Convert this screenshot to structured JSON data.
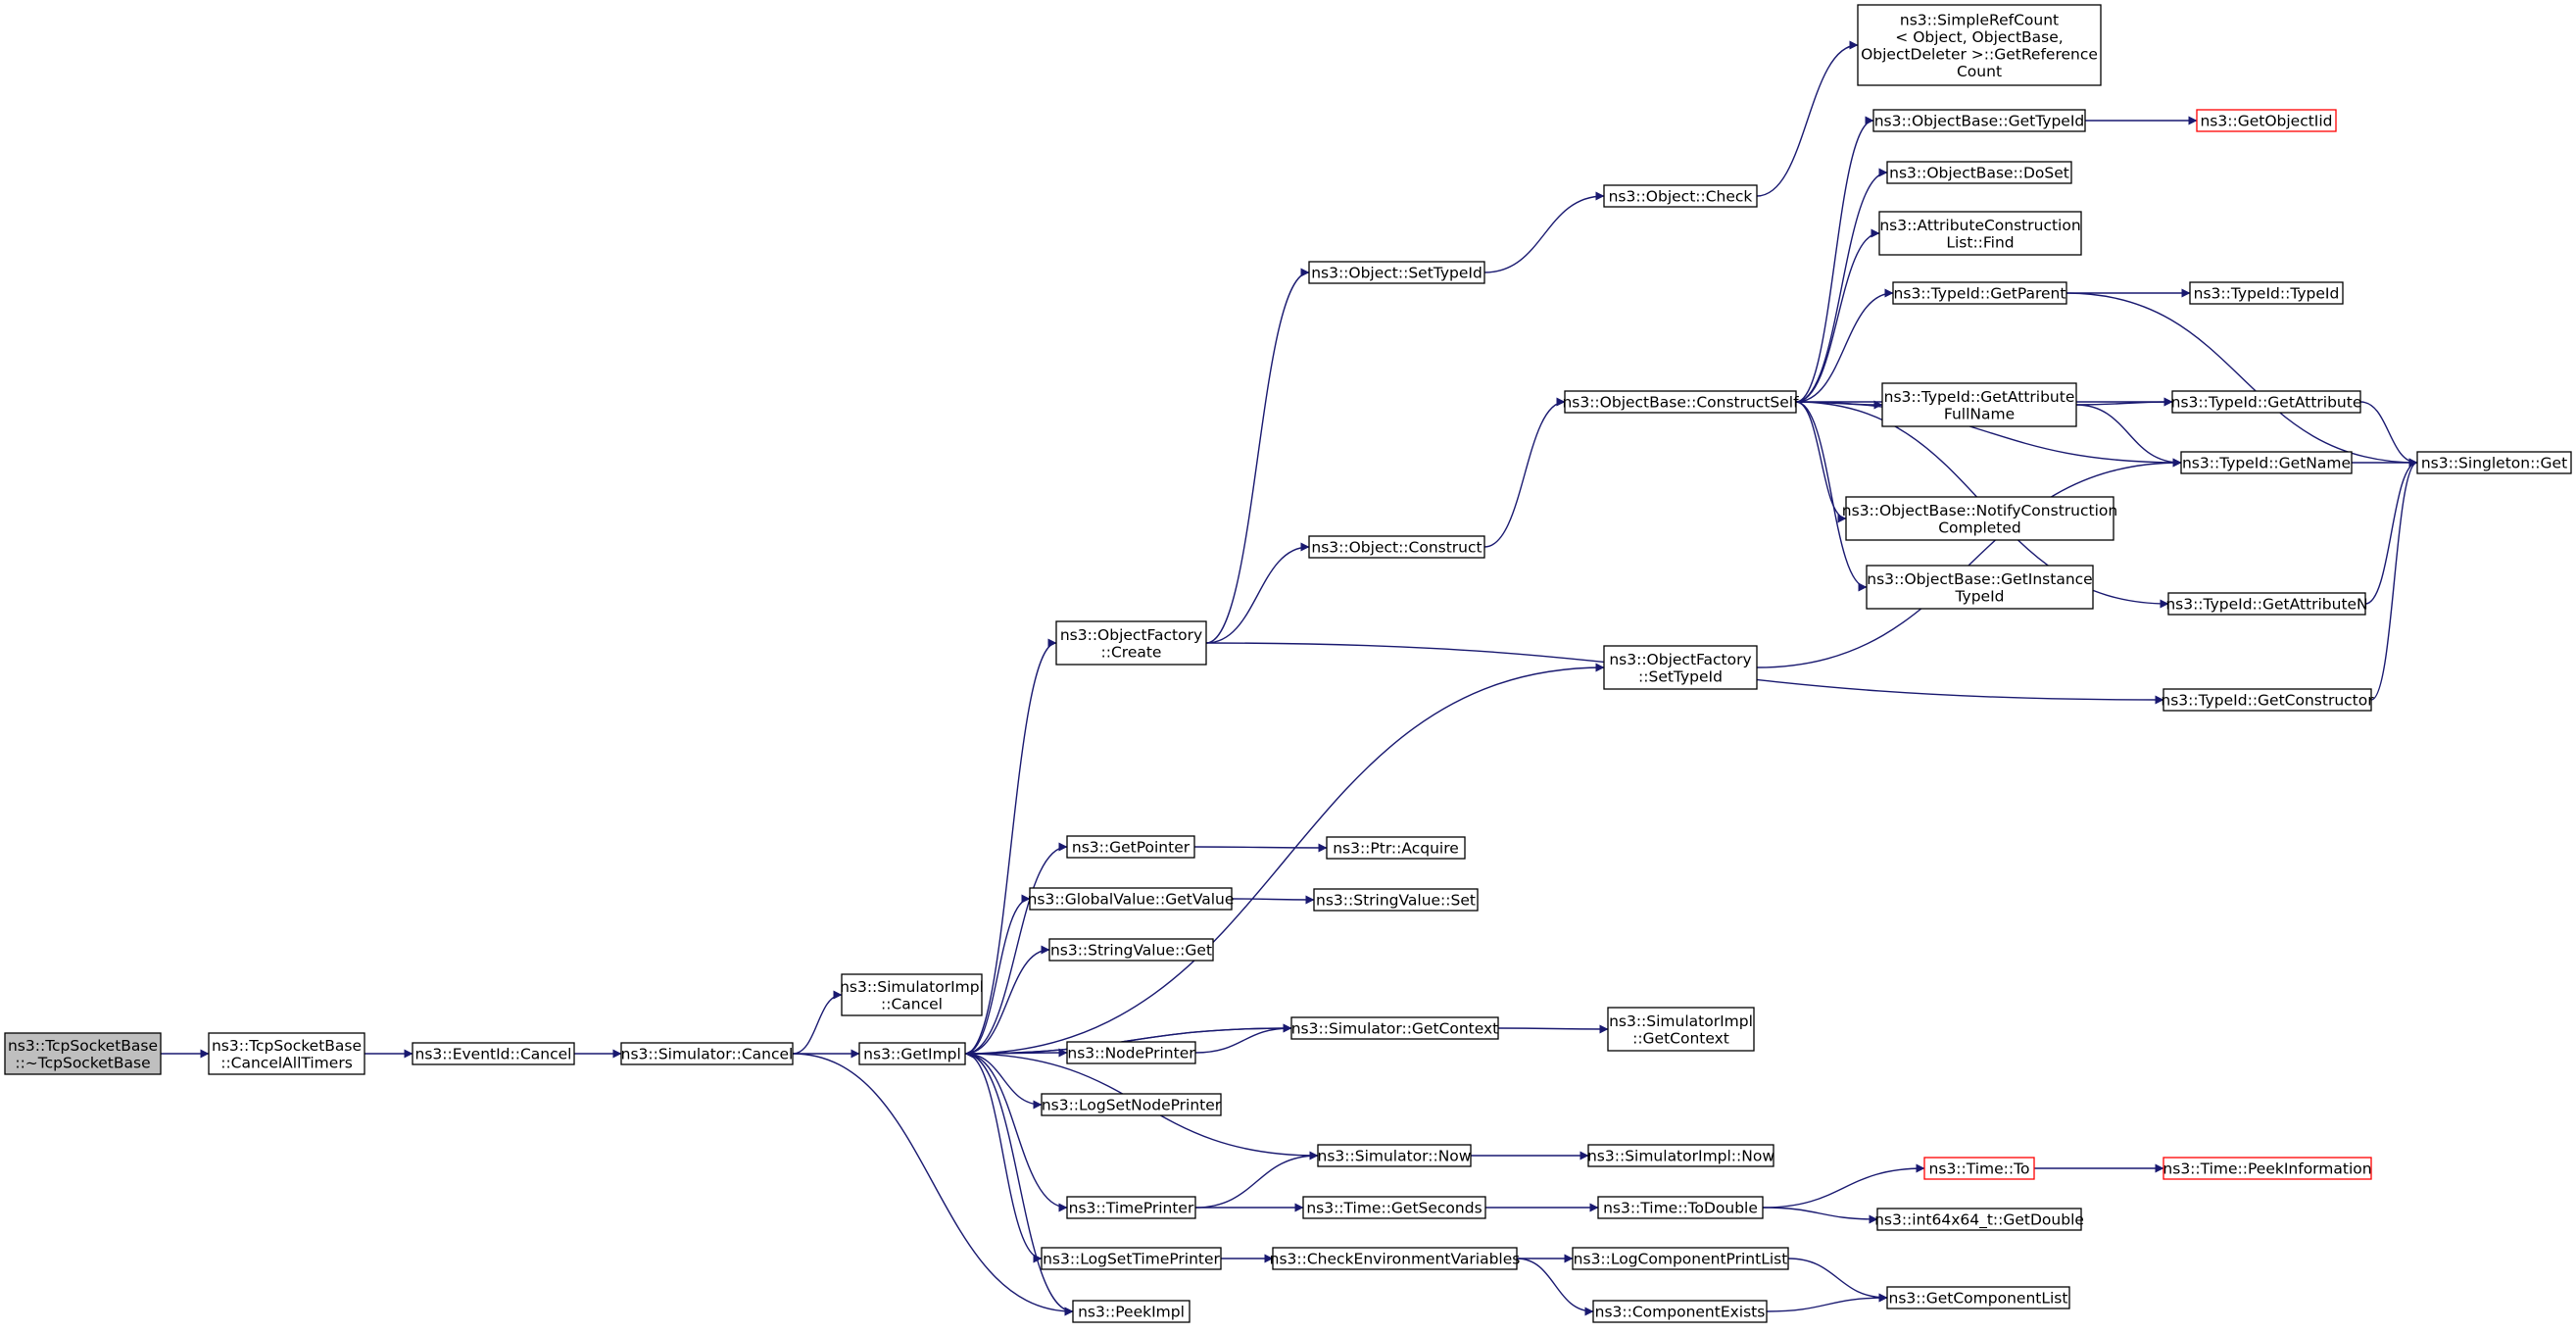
{
  "colors": {
    "edge": "#191970",
    "node_border": "#000000",
    "node_border_truncated": "#ff0000",
    "node_fill": "#ffffff",
    "root_fill": "#bfbfbf"
  },
  "nodes": {
    "root": {
      "lines": [
        "ns3::TcpSocketBase",
        "::~TcpSocketBase"
      ]
    },
    "cancelAllTimers": {
      "lines": [
        "ns3::TcpSocketBase",
        "::CancelAllTimers"
      ]
    },
    "eventIdCancel": {
      "lines": [
        "ns3::EventId::Cancel"
      ]
    },
    "simulatorCancel": {
      "lines": [
        "ns3::Simulator::Cancel"
      ]
    },
    "simImplCancel": {
      "lines": [
        "ns3::SimulatorImpl",
        "::Cancel"
      ]
    },
    "getImpl": {
      "lines": [
        "ns3::GetImpl"
      ]
    },
    "peekImpl": {
      "lines": [
        "ns3::PeekImpl"
      ]
    },
    "objectFactoryCreate": {
      "lines": [
        "ns3::ObjectFactory",
        "::Create"
      ]
    },
    "getPointer": {
      "lines": [
        "ns3::GetPointer"
      ]
    },
    "globalValueGetValue": {
      "lines": [
        "ns3::GlobalValue::GetValue"
      ]
    },
    "stringValueGet": {
      "lines": [
        "ns3::StringValue::Get"
      ]
    },
    "nodePrinter": {
      "lines": [
        "ns3::NodePrinter"
      ]
    },
    "logSetNodePrinter": {
      "lines": [
        "ns3::LogSetNodePrinter"
      ]
    },
    "timePrinter": {
      "lines": [
        "ns3::TimePrinter"
      ]
    },
    "logSetTimePrinter": {
      "lines": [
        "ns3::LogSetTimePrinter"
      ]
    },
    "objectSetTypeId": {
      "lines": [
        "ns3::Object::SetTypeId"
      ]
    },
    "objectConstruct": {
      "lines": [
        "ns3::Object::Construct"
      ]
    },
    "ptrAcquire": {
      "lines": [
        "ns3::Ptr::Acquire"
      ]
    },
    "stringValueSet": {
      "lines": [
        "ns3::StringValue::Set"
      ]
    },
    "simulatorGetContext": {
      "lines": [
        "ns3::Simulator::GetContext"
      ]
    },
    "simulatorNow": {
      "lines": [
        "ns3::Simulator::Now"
      ]
    },
    "timeGetSeconds": {
      "lines": [
        "ns3::Time::GetSeconds"
      ]
    },
    "checkEnvVars": {
      "lines": [
        "ns3::CheckEnvironmentVariables"
      ]
    },
    "objectCheck": {
      "lines": [
        "ns3::Object::Check"
      ]
    },
    "constructSelf": {
      "lines": [
        "ns3::ObjectBase::ConstructSelf"
      ]
    },
    "objFactorySetTypeId": {
      "lines": [
        "ns3::ObjectFactory",
        "::SetTypeId"
      ]
    },
    "simImplGetContext": {
      "lines": [
        "ns3::SimulatorImpl",
        "::GetContext"
      ]
    },
    "simImplNow": {
      "lines": [
        "ns3::SimulatorImpl::Now"
      ]
    },
    "timeToDouble": {
      "lines": [
        "ns3::Time::ToDouble"
      ]
    },
    "logComponentPrintList": {
      "lines": [
        "ns3::LogComponentPrintList"
      ]
    },
    "componentExists": {
      "lines": [
        "ns3::ComponentExists"
      ]
    },
    "simpleRefCount": {
      "lines": [
        "ns3::SimpleRefCount",
        "< Object, ObjectBase,",
        " ObjectDeleter >::GetReference",
        "Count"
      ]
    },
    "objBaseGetTypeId": {
      "lines": [
        "ns3::ObjectBase::GetTypeId"
      ]
    },
    "objBaseDoSet": {
      "lines": [
        "ns3::ObjectBase::DoSet"
      ]
    },
    "attrConstructionFind": {
      "lines": [
        "ns3::AttributeConstruction",
        "List::Find"
      ]
    },
    "typeIdGetParent": {
      "lines": [
        "ns3::TypeId::GetParent"
      ]
    },
    "typeIdGetAttrFullName": {
      "lines": [
        "ns3::TypeId::GetAttribute",
        "FullName"
      ]
    },
    "notifyConstructionCompleted": {
      "lines": [
        "ns3::ObjectBase::NotifyConstruction",
        "Completed"
      ]
    },
    "getInstanceTypeId": {
      "lines": [
        "ns3::ObjectBase::GetInstance",
        "TypeId"
      ]
    },
    "timeTo": {
      "lines": [
        "ns3::Time::To"
      ]
    },
    "int64GetDouble": {
      "lines": [
        "ns3::int64x64_t::GetDouble"
      ]
    },
    "getComponentList": {
      "lines": [
        "ns3::GetComponentList"
      ]
    },
    "getObjectIid": {
      "lines": [
        "ns3::GetObjectIid"
      ]
    },
    "typeIdTypeId": {
      "lines": [
        "ns3::TypeId::TypeId"
      ]
    },
    "typeIdGetAttribute": {
      "lines": [
        "ns3::TypeId::GetAttribute"
      ]
    },
    "typeIdGetName": {
      "lines": [
        "ns3::TypeId::GetName"
      ]
    },
    "typeIdGetAttributeN": {
      "lines": [
        "ns3::TypeId::GetAttributeN"
      ]
    },
    "typeIdGetConstructor": {
      "lines": [
        "ns3::TypeId::GetConstructor"
      ]
    },
    "timePeekInformation": {
      "lines": [
        "ns3::Time::PeekInformation"
      ]
    },
    "singletonGet": {
      "lines": [
        "ns3::Singleton::Get"
      ]
    }
  }
}
